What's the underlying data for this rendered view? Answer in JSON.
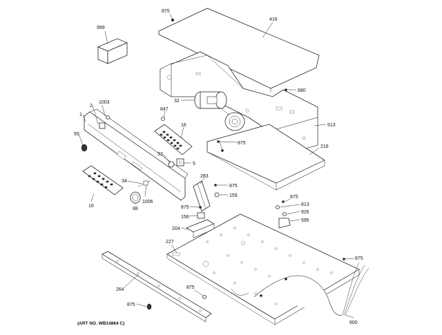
{
  "art_number": "(ART NO. WB14864 C)",
  "callouts": {
    "c999": "999",
    "c875_top": "875",
    "c416": "416",
    "c680": "680",
    "c513": "513",
    "c216": "216",
    "c1003": "1003",
    "c2": "2",
    "c1": "1",
    "c55": "55",
    "c847": "847",
    "c32": "32",
    "c16a": "16",
    "c875_mid": "875",
    "c33": "33",
    "c5": "5",
    "c34": "34",
    "c1006": "1006",
    "c88": "88",
    "c16b": "16",
    "c283": "283",
    "c875_a": "875",
    "c159": "159",
    "c875_b": "875",
    "c156": "156",
    "c204": "204",
    "c875_r": "875",
    "c813": "813",
    "c926": "926",
    "c595": "595",
    "c227": "227",
    "c875_far": "875",
    "c264": "264",
    "c875_low": "875",
    "c875_bot": "875",
    "c600": "600"
  }
}
